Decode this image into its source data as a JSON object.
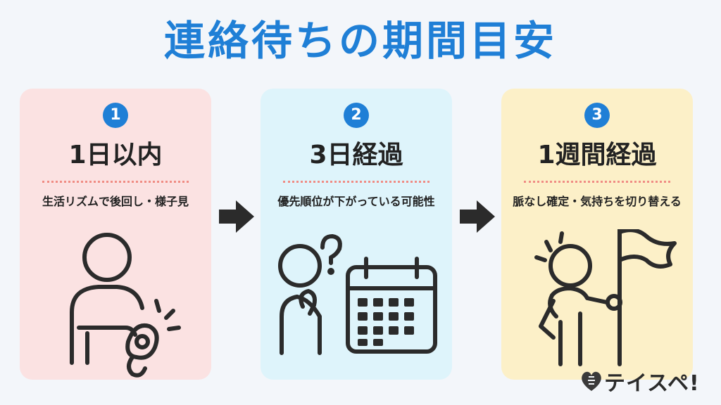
{
  "title": "連絡待ちの期間目安",
  "steps": [
    {
      "number": "1",
      "heading": "1日以内",
      "description": "生活リズムで後回し・様子見",
      "icon": "person-checking-watch-icon"
    },
    {
      "number": "2",
      "heading": "3日経過",
      "description": "優先順位が下がっている可能性",
      "icon": "thinking-person-calendar-icon"
    },
    {
      "number": "3",
      "heading": "1週間経過",
      "description": "脈なし確定・気持ちを切り替える",
      "icon": "person-with-flag-icon"
    }
  ],
  "colors": {
    "title": "#1f7fd6",
    "badge": "#1f7fd6",
    "card1": "#fbe2e2",
    "card2": "#def4fb",
    "card3": "#fcf0c8",
    "dots": "#f08c84",
    "arrow": "#2b2b2b"
  },
  "logo": {
    "text": "テイスペ!",
    "icon": "heart-ladder-icon"
  }
}
